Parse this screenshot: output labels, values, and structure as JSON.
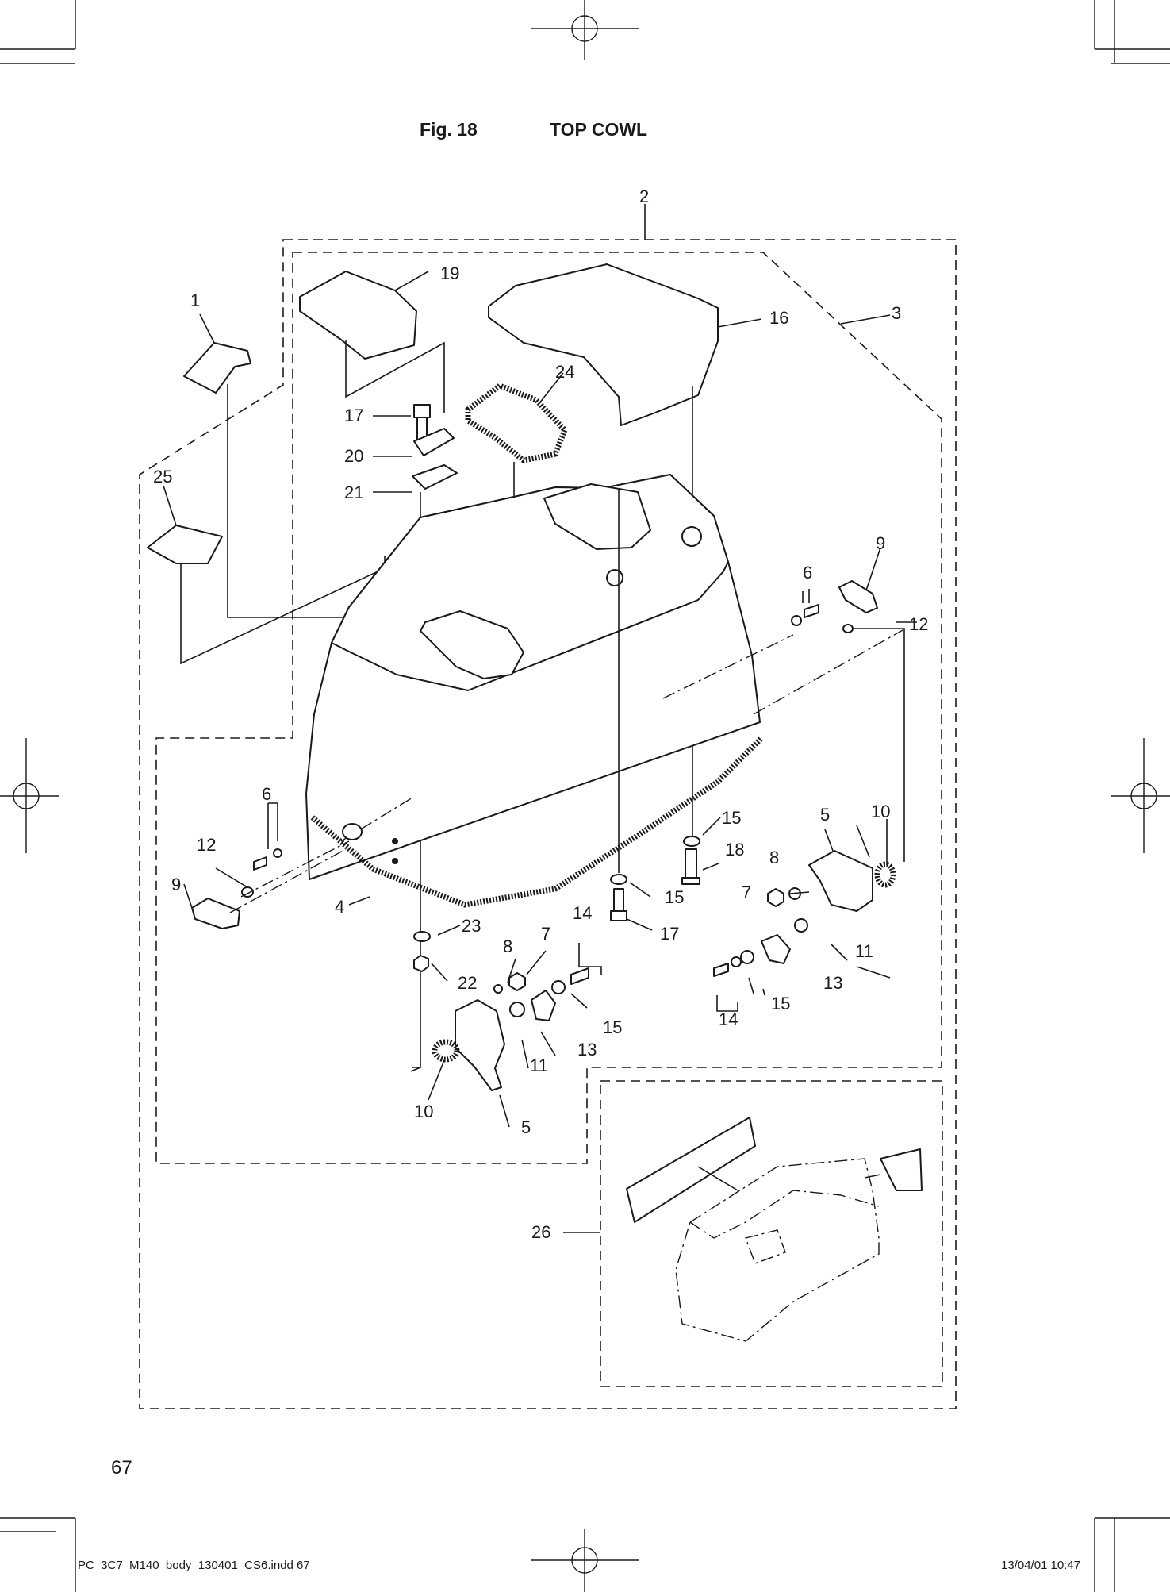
{
  "header": {
    "figure_number": "Fig. 18",
    "figure_title": "TOP COWL"
  },
  "callouts": [
    "1",
    "2",
    "3",
    "4",
    "5",
    "6",
    "7",
    "8",
    "9",
    "10",
    "11",
    "12",
    "13",
    "14",
    "15",
    "16",
    "17",
    "18",
    "19",
    "20",
    "21",
    "22",
    "23",
    "24",
    "25",
    "26"
  ],
  "footer": {
    "page_number": "67",
    "file_name": "PC_3C7_M140_body_130401_CS6.indd   67",
    "timestamp": "13/04/01   10:47"
  }
}
